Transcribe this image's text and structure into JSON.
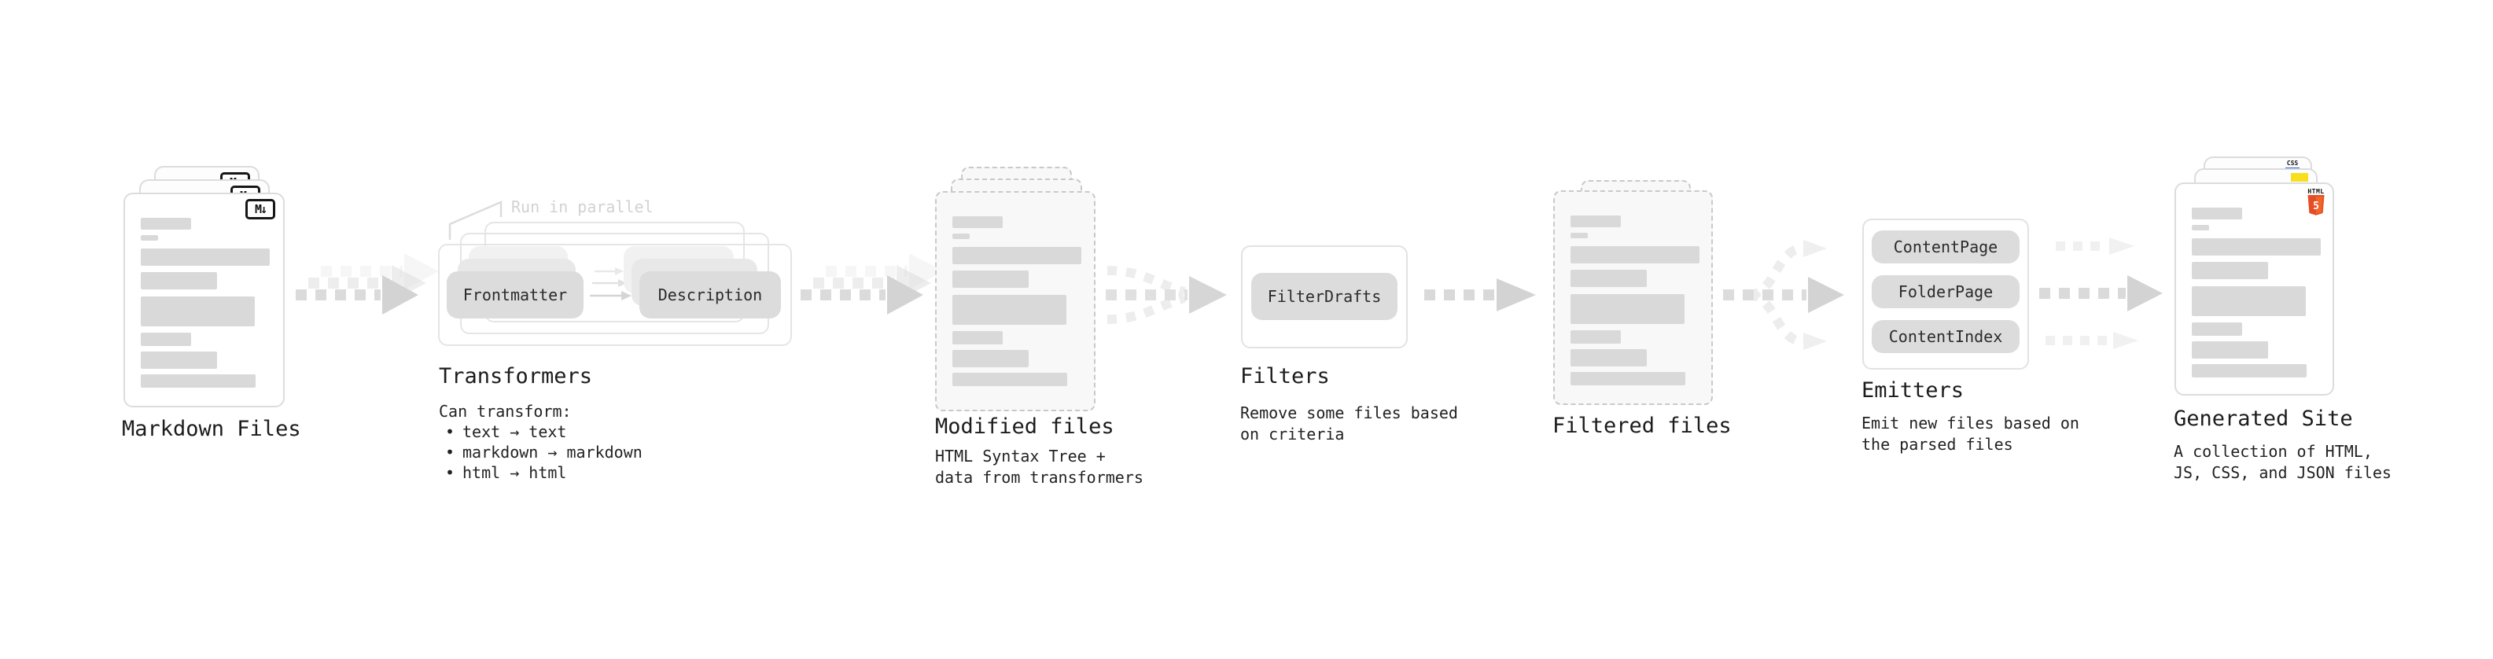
{
  "sections": {
    "markdown": {
      "label": "Markdown Files"
    },
    "transformers": {
      "heading": "Transformers",
      "parallel_note": "Run in parallel",
      "chips": [
        "Frontmatter",
        "Description"
      ],
      "caption_title": "Can transform:",
      "bullets": [
        "text → text",
        "markdown → markdown",
        "html → html"
      ]
    },
    "modified": {
      "heading": "Modified files",
      "caption": [
        "HTML Syntax Tree +",
        "data from transformers"
      ]
    },
    "filters": {
      "heading": "Filters",
      "chips": [
        "FilterDrafts"
      ],
      "caption": [
        "Remove some files based",
        "on criteria"
      ]
    },
    "filtered": {
      "heading": "Filtered files"
    },
    "emitters": {
      "heading": "Emitters",
      "chips": [
        "ContentPage",
        "FolderPage",
        "ContentIndex"
      ],
      "caption": [
        "Emit new files based on",
        "the parsed files"
      ]
    },
    "generated": {
      "heading": "Generated Site",
      "caption": [
        "A collection of HTML,",
        "JS, CSS, and JSON files"
      ],
      "badges": {
        "css": "CSS",
        "html_label": "HTML",
        "html_number": "5"
      }
    }
  },
  "icons": {
    "markdown_logo": "M↓"
  },
  "colors": {
    "accent_html5": "#e44d26",
    "accent_html5_light": "#f16529",
    "accent_js": "#f7df1e",
    "accent_css": "#2965f1",
    "bar_gray": "#d9d9d9",
    "arrow_gray": "#d6d6d6",
    "arrow_faint": "#ededed"
  },
  "decor": {
    "bullet_char": "•",
    "file_bars": [
      {
        "t": 30,
        "w": 64,
        "h": 15
      },
      {
        "t": 52,
        "w": 22,
        "h": 7
      },
      {
        "t": 69,
        "w": 164,
        "h": 22
      },
      {
        "t": 99,
        "w": 97,
        "h": 22
      },
      {
        "t": 130,
        "w": 145,
        "h": 38
      },
      {
        "t": 176,
        "w": 64,
        "h": 17
      },
      {
        "t": 200,
        "w": 97,
        "h": 22
      },
      {
        "t": 229,
        "w": 146,
        "h": 17
      }
    ]
  }
}
